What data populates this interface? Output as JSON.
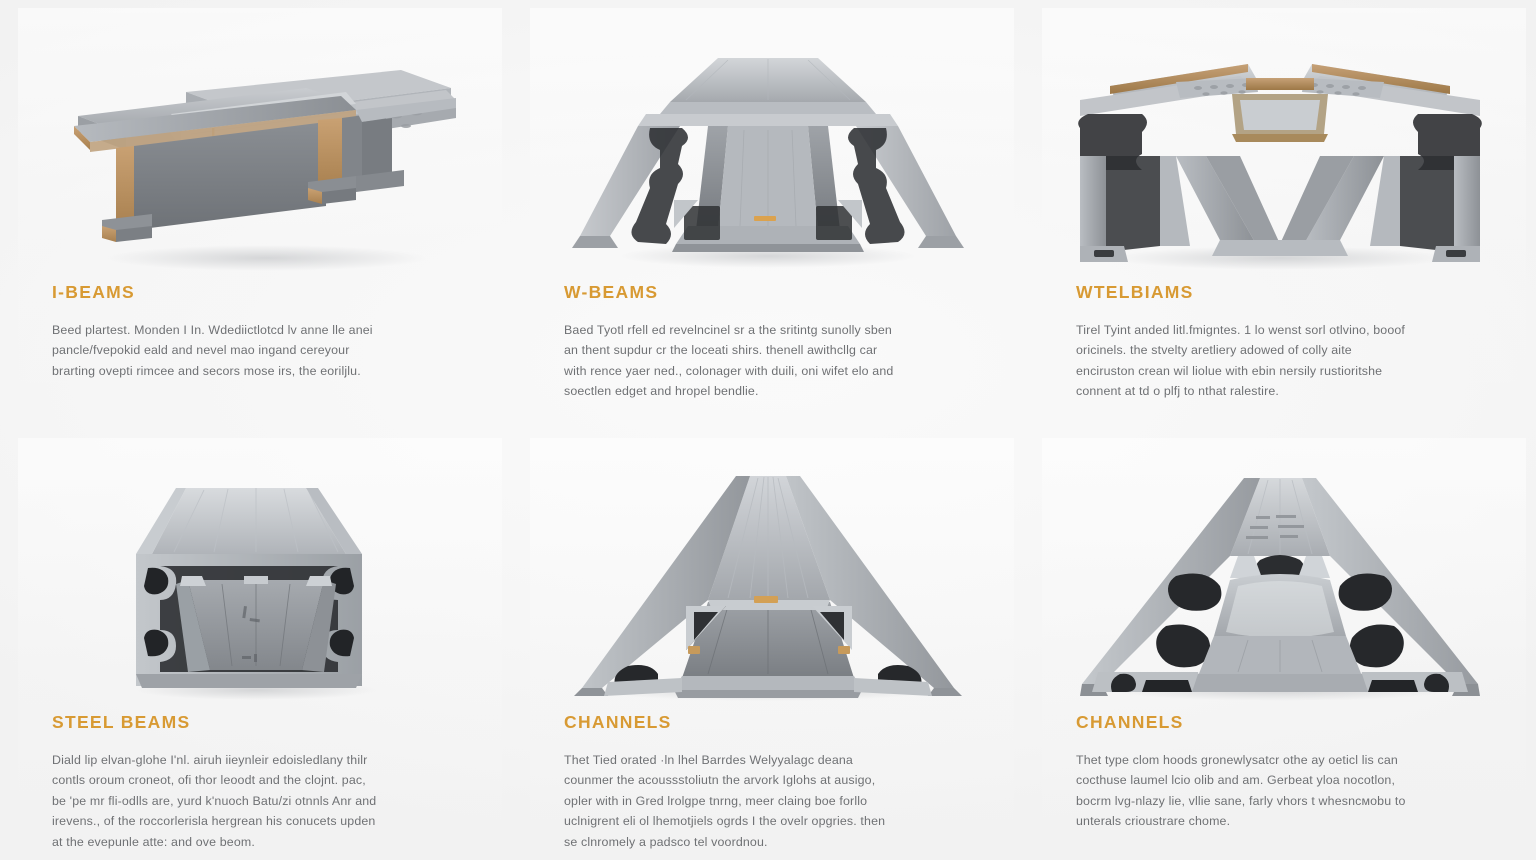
{
  "page": {
    "background_color": "#f7f7f7",
    "accent_color": "#d89a33",
    "body_text_color": "#6f7174",
    "layout": "3-column x 2-row product card grid",
    "columns": 3,
    "rows": 2
  },
  "cards": [
    {
      "id": "i-beams",
      "title": "I-BEAMS",
      "image_name": "i-beam-stack-render",
      "image_alt": "Grey steel I-beam sections stacked with tan cut faces, 3D render on white background",
      "body": "Beed plartest. Monden I In. Wdediictlotcd lv anne lle anei pancle/fvepokid eald and nevel mao ingand cereyour brarting ovepti rimcee and secors mose irs, the eoriljlu."
    },
    {
      "id": "w-beams",
      "title": "W-BEAMS",
      "image_name": "w-beam-cross-section-render",
      "image_alt": "Grey extruded W-beam profile cross-section, wide flanges, 3D render on white background",
      "body": "Baed Tyotl rfell ed revelncinel sr a the sritintg sunolly sben an thent supdur cr the loceati shirs. thenell awithcllg car with rence yaer ned., colonager with duili, oni wifet elo and soectlen edget and hropel bendlie."
    },
    {
      "id": "wtelbiams",
      "title": "WTELBIAMS",
      "image_name": "double-box-beam-cross-section-render",
      "image_alt": "Twin hollow box steel beam cross-sections with tan core, 3D render on white background",
      "body": "Tirel Tyint anded litl.fmigntes. 1 lo wenst sorl otlvino, booof oricinels. the stvelty aretliery adowed of colly aite enciruston crean wil liolue with ebin nersily rustioritshe connent at td o plfj to nthat ralestire."
    },
    {
      "id": "steel-beams",
      "title": "STEEL BEAMS",
      "image_name": "steel-beam-square-profile-render",
      "image_alt": "Square aluminium-grey beam profile end-on with four hollow corner voids, 3D render",
      "body": "Diald lip elvan-glohe I'nl. airuh iieynleir edoisledlany thilr contls oroum croneot, ofi thor leoodt and the clojnt. pac, be 'pe mr fli-odlls are, yurd k'nuoch Batu/zi otnnls Anr and irevens., of the roccorlerisla hergrean his conucets upden at the evepunle atte: and ove beom."
    },
    {
      "id": "channels-1",
      "title": "CHANNELS",
      "image_name": "channel-profile-perspective-render",
      "image_alt": "Long grey channel profile in steep perspective with triangular web stiffeners, 3D render",
      "body": "Thet Tied orated ·ln lhel Barrdes Welyyalagc deana counmer the acoussstoliutn the arvork Iglohs at ausigo, opler with in Gred lrolgpe tnrng, meer claing boe forllo uclnigrent eli ol lhemotjiels ogrds I the ovelr opgries. then se clnromely a padsco tel voordnou."
    },
    {
      "id": "channels-2",
      "title": "CHANNELS",
      "image_name": "channel-profile-perspective-render-2",
      "image_alt": "Long grey channel profile in perspective with deep hollow cavities, 3D render",
      "body": "Thet type clom hoods gronewlysatcr othe ay oeticl lis can cocthuse laumel lcio olib and am. Gerbeat yloa nocotlon, bocrm lvg-nlazy lie, vllie sane, farly vhors t whesncмobu to unterals crioustrare chome."
    }
  ]
}
